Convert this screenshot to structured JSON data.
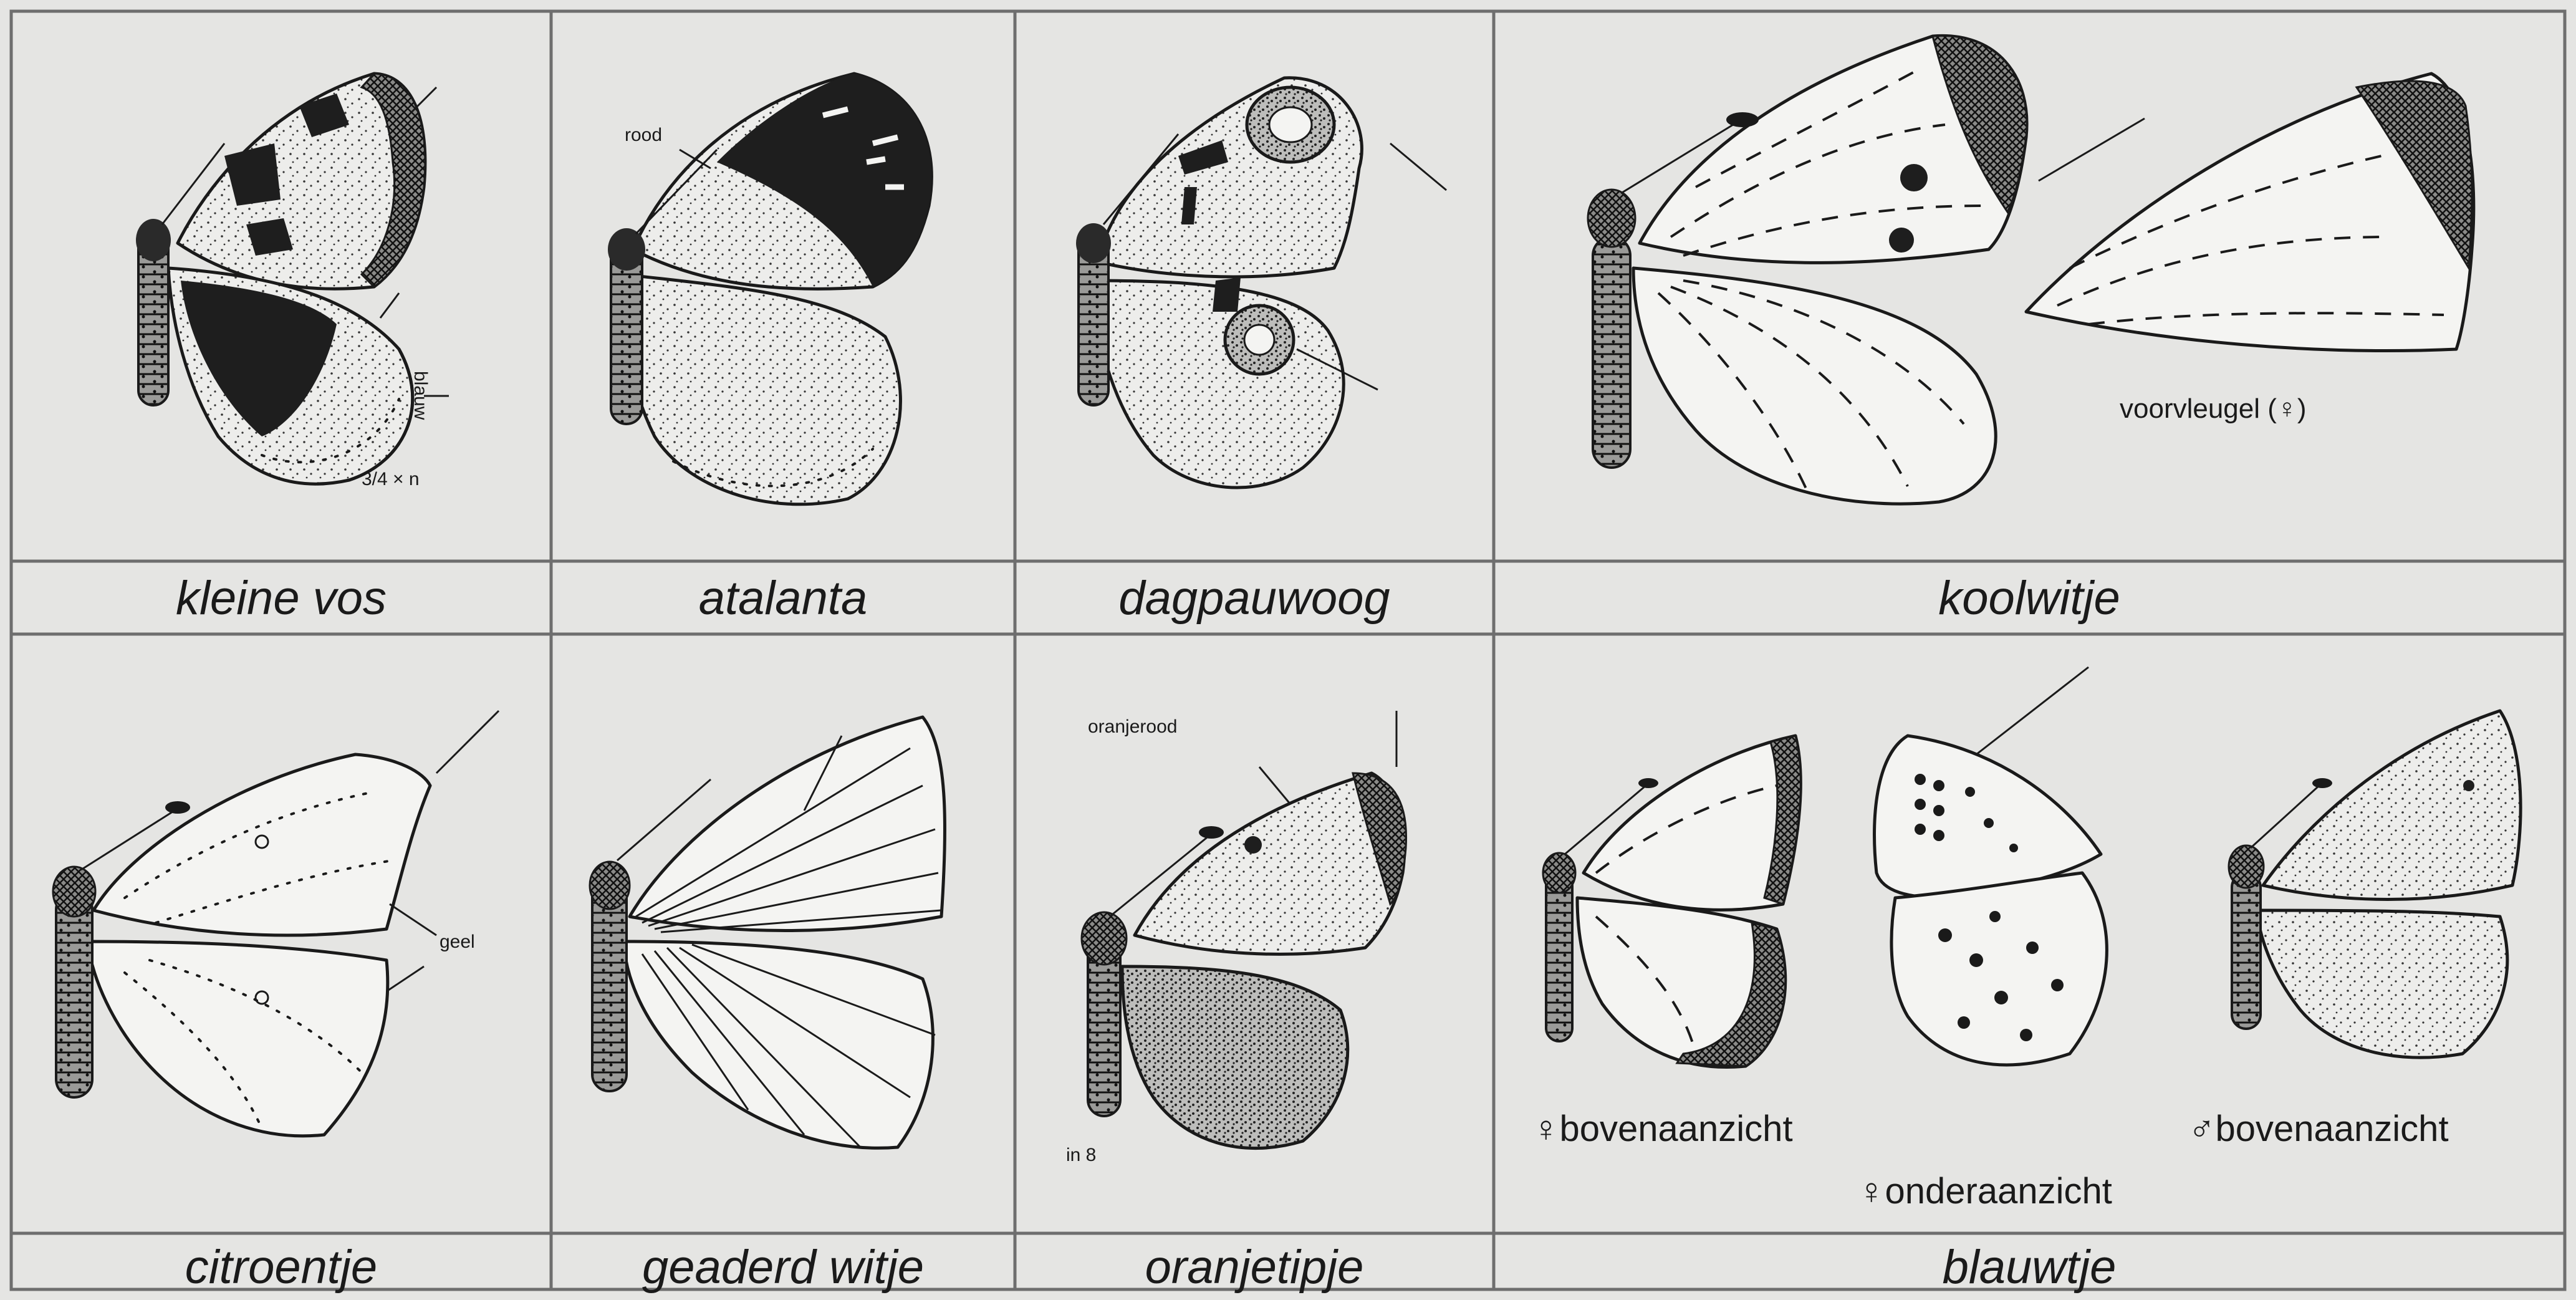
{
  "panels": [
    {
      "name": "kleine vos",
      "annotations": [
        "blauw",
        "3/4 × n"
      ]
    },
    {
      "name": "atalanta",
      "annotations": [
        "rood"
      ]
    },
    {
      "name": "dagpauwoog",
      "annotations": []
    },
    {
      "name": "koolwitje",
      "annotations": [
        "voorvleugel (♀)"
      ]
    },
    {
      "name": "citroentje",
      "annotations": [
        "geel"
      ]
    },
    {
      "name": "geaderd witje",
      "annotations": []
    },
    {
      "name": "oranjetipje",
      "annotations": [
        "oranjerood",
        "in 8"
      ]
    },
    {
      "name": "blauwtje",
      "annotations": [
        "♀bovenaanzicht",
        "♀onderaanzicht",
        "♂bovenaanzicht"
      ]
    }
  ],
  "colors": {
    "background": "#e5e5e3",
    "ink": "#1a1a1a",
    "grid": "#6e6e6e"
  }
}
